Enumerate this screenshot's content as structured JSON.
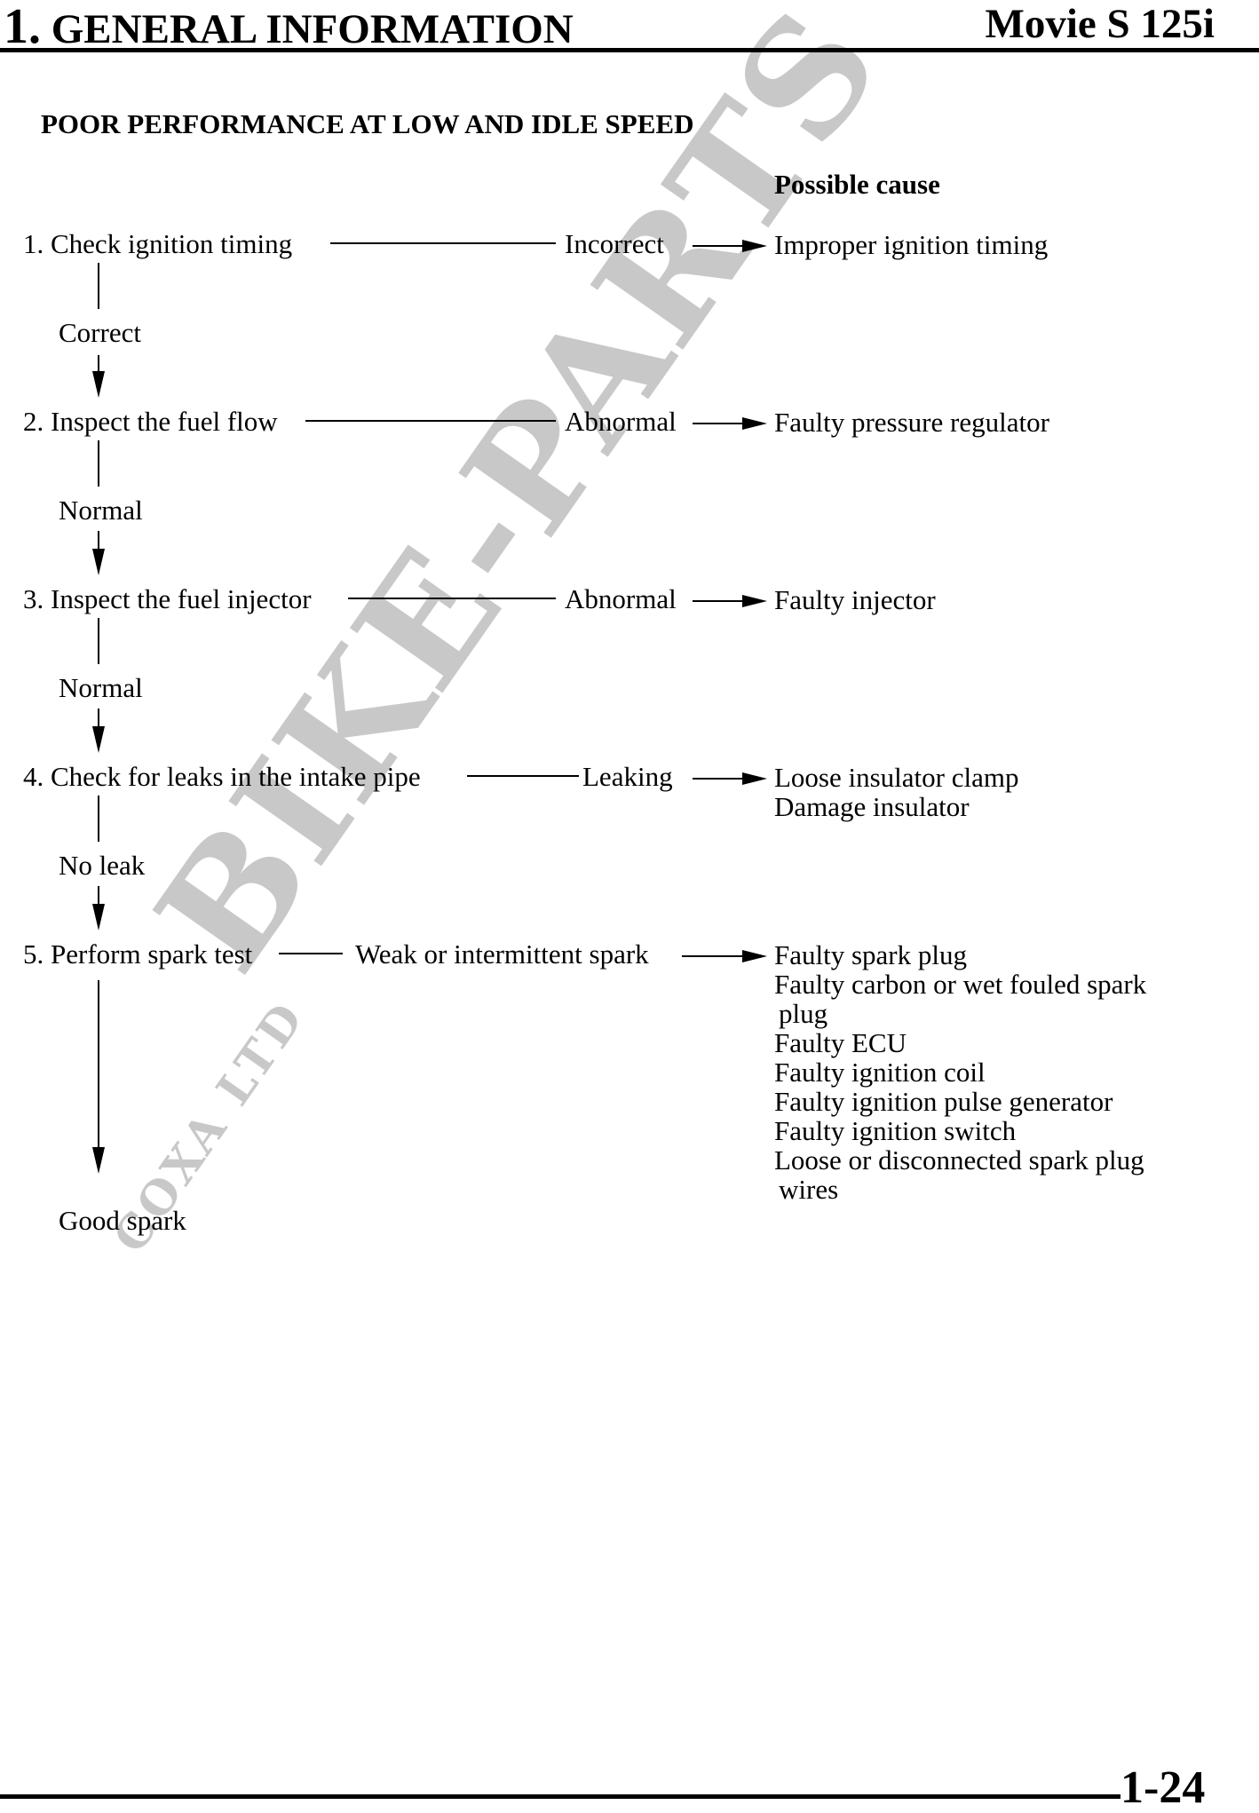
{
  "header": {
    "section_number": "1.",
    "section_title": "GENERAL INFORMATION",
    "model": "Movie S 125i"
  },
  "title": "POOR PERFORMANCE AT LOW AND IDLE SPEED",
  "possible_cause_heading": "Possible cause",
  "steps": [
    {
      "label": "1. Check ignition timing",
      "result": "Incorrect",
      "causes": [
        "Improper ignition timing"
      ],
      "pass": "Correct"
    },
    {
      "label": "2. Inspect the fuel flow",
      "result": "Abnormal",
      "causes": [
        "Faulty pressure regulator"
      ],
      "pass": "Normal"
    },
    {
      "label": "3. Inspect the fuel injector",
      "result": "Abnormal",
      "causes": [
        "Faulty injector"
      ],
      "pass": "Normal"
    },
    {
      "label": "4. Check for leaks in the intake pipe",
      "result": "Leaking",
      "causes": [
        "Loose insulator clamp",
        "Damage insulator"
      ],
      "pass": "No leak"
    },
    {
      "label": "5. Perform spark test",
      "result": "Weak or intermittent spark",
      "causes": [
        "Faulty spark plug",
        "Faulty carbon or wet fouled spark",
        " plug",
        "Faulty ECU",
        "Faulty ignition coil",
        "Faulty ignition pulse generator",
        "Faulty ignition switch",
        "Loose or disconnected spark plug",
        " wires"
      ],
      "pass": "Good spark"
    }
  ],
  "watermark": {
    "brand": "BIKE-PARTS",
    "sub": "COXA LTD"
  },
  "footer": {
    "page_number": "1-24"
  }
}
